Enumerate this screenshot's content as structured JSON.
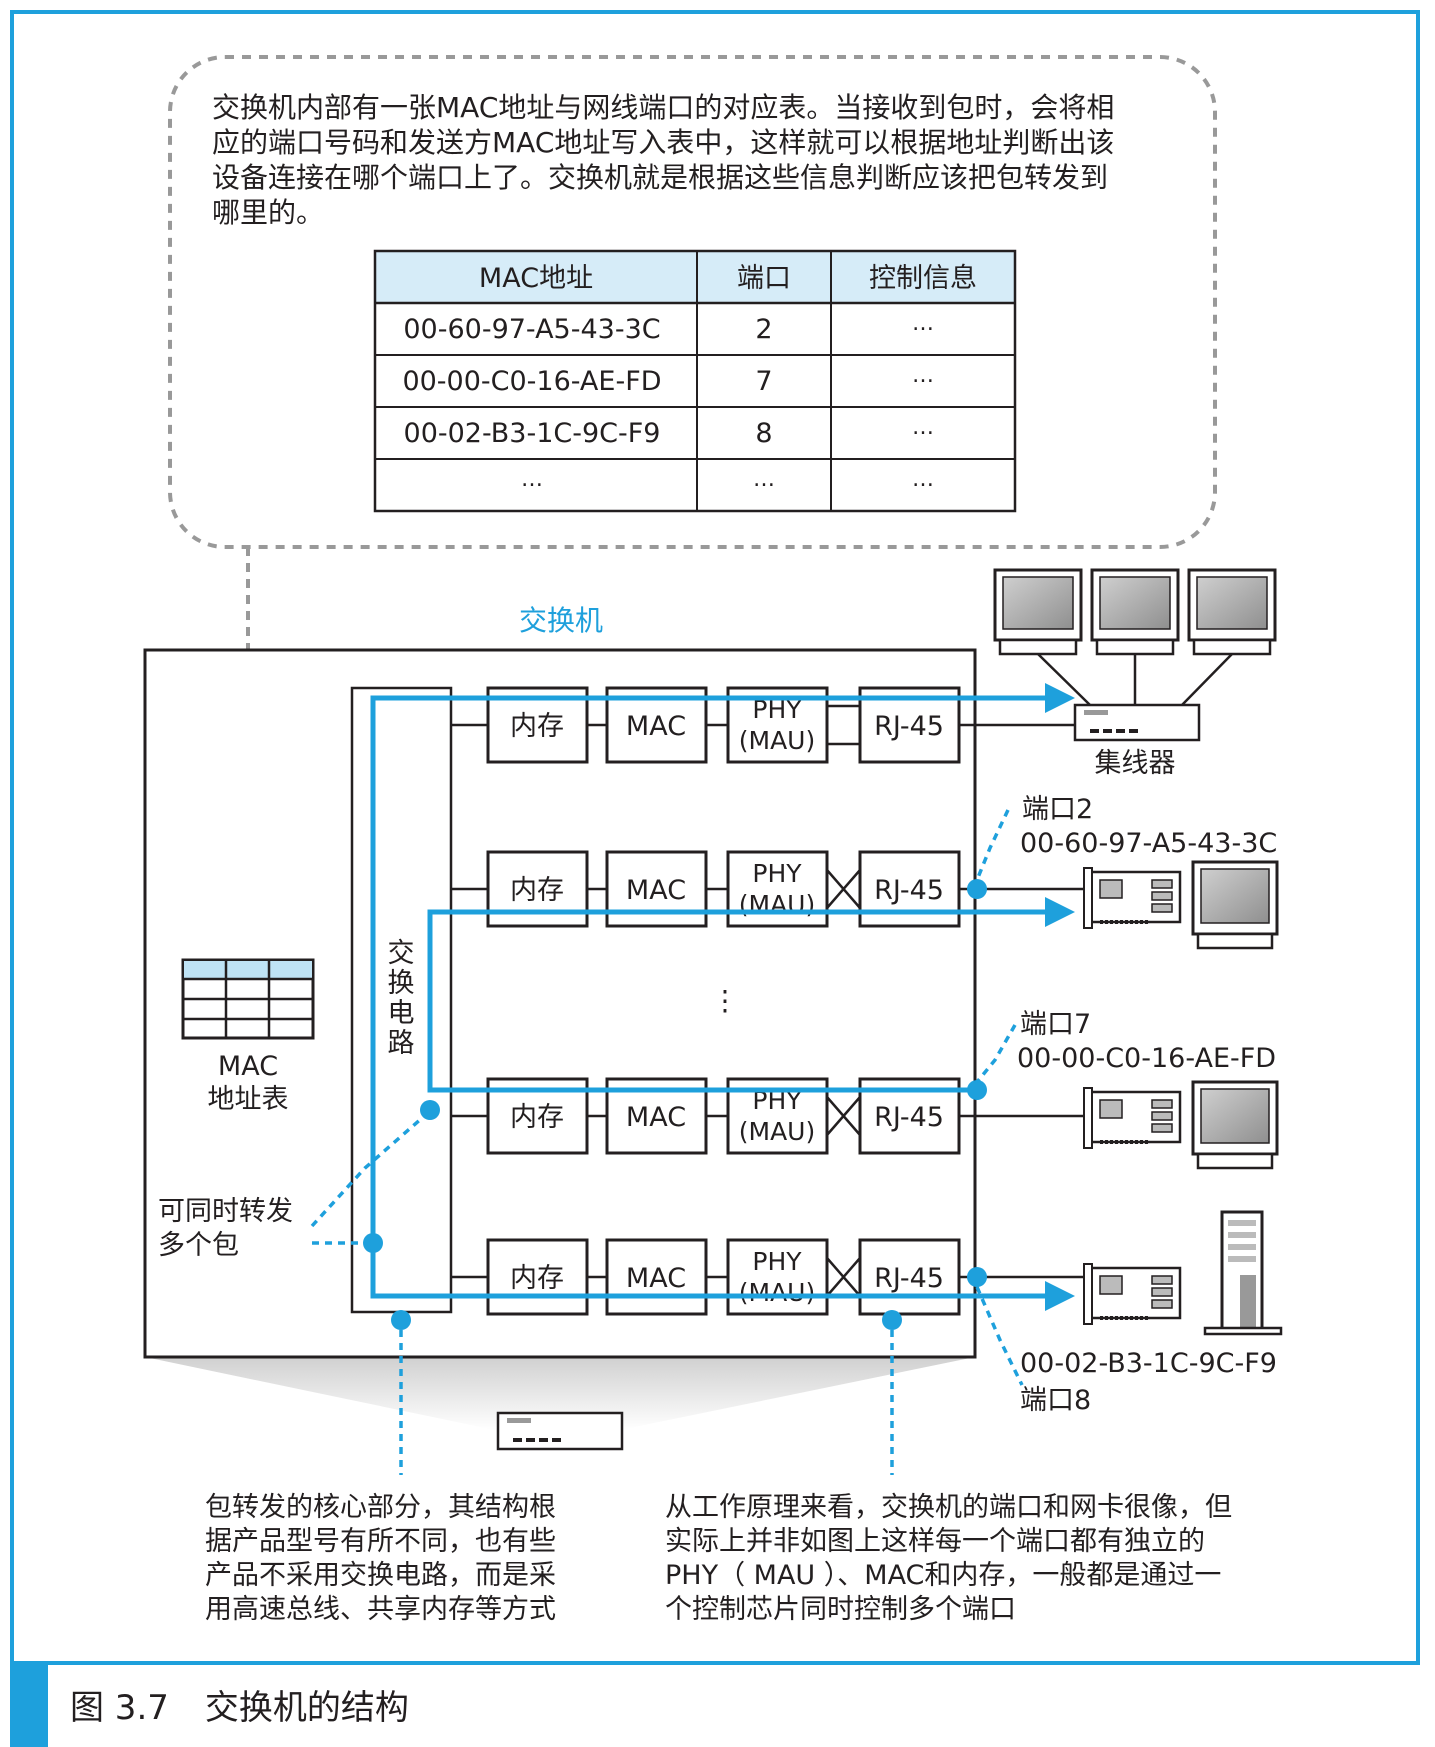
{
  "intro_text": [
    "交换机内部有一张MAC地址与网线端口的对应表。当接收到包时，会将相",
    "应的端口号码和发送方MAC地址写入表中，这样就可以根据地址判断出该",
    "设备连接在哪个端口上了。交换机就是根据这些信息判断应该把包转发到",
    "哪里的。"
  ],
  "mac_table": {
    "headers": [
      "MAC地址",
      "端口",
      "控制信息"
    ],
    "rows": [
      [
        "00-60-97-A5-43-3C",
        "2",
        "…"
      ],
      [
        "00-00-C0-16-AE-FD",
        "7",
        "…"
      ],
      [
        "00-02-B3-1C-9C-F9",
        "8",
        "…"
      ],
      [
        "…",
        "…",
        "…"
      ]
    ]
  },
  "switch_label": "交换机",
  "switch_circuit_label": [
    "交",
    "换",
    "电",
    "路"
  ],
  "module_labels": {
    "memory": "内存",
    "mac": "MAC",
    "phy": [
      "PHY",
      "(MAU)"
    ],
    "rj45": "RJ-45"
  },
  "ellipsis": "⋮",
  "mac_table_icon_label": [
    "MAC",
    "地址表"
  ],
  "multi_forward_label": [
    "可同时转发",
    "多个包"
  ],
  "hub_label": "集线器",
  "ports": [
    {
      "port": "端口2",
      "mac": "00-60-97-A5-43-3C"
    },
    {
      "port": "端口7",
      "mac": "00-00-C0-16-AE-FD"
    },
    {
      "port": "端口8",
      "mac": "00-02-B3-1C-9C-F9"
    }
  ],
  "note_left": [
    "包转发的核心部分，其结构根",
    "据产品型号有所不同，也有些",
    "产品不采用交换电路，而是采",
    "用高速总线、共享内存等方式"
  ],
  "note_right": [
    "从工作原理来看，交换机的端口和网卡很像，但",
    "实际上并非如图上这样每一个端口都有独立的",
    "PHY（ MAU ）、MAC和内存，一般都是通过一",
    "个控制芯片同时控制多个端口"
  ],
  "caption": {
    "number": "图 3.7",
    "title": "交换机的结构"
  },
  "colors": {
    "accent": "#1ea0dc",
    "table_header": "#d6ecf8",
    "dash_gray": "#999999"
  }
}
